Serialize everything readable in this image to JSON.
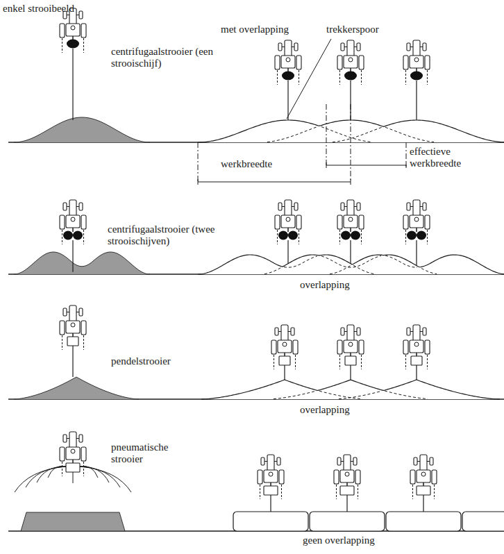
{
  "diagram": {
    "labels": [
      "enkel strooibeeld",
      "met overlapping",
      "trekkerspoor",
      "centrifugaalstrooier (een strooischijf)",
      "werkbreedte",
      "effectieve werkbreedte",
      "centrifugaalstrooier (twee strooischijven)",
      "overlapping",
      "pendelstrooier",
      "overlapping",
      "pneumatische strooier",
      "geen overlapping"
    ]
  }
}
